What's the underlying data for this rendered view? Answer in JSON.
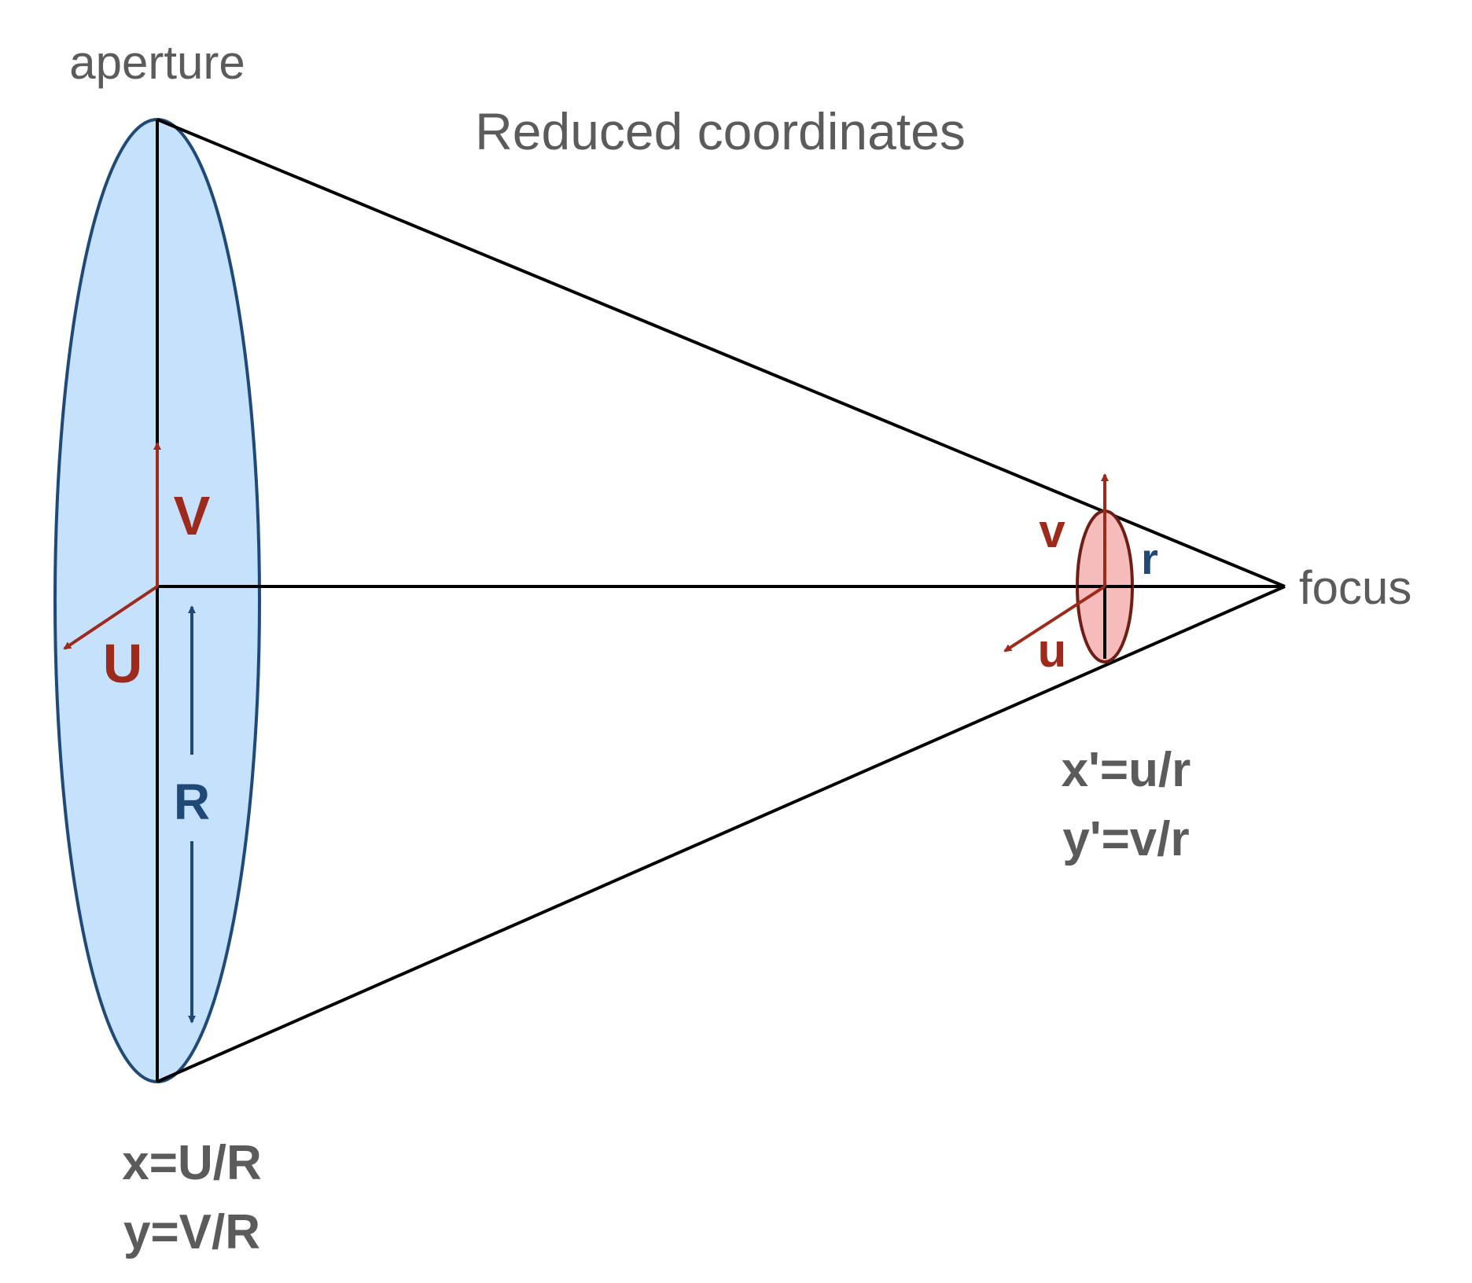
{
  "title": "Reduced coordinates",
  "labels": {
    "aperture": "aperture",
    "focus": "focus"
  },
  "aperture_axes": {
    "U": "U",
    "V": "V",
    "R": "R"
  },
  "focus_axes": {
    "u": "u",
    "v": "v",
    "r": "r"
  },
  "equations": {
    "aperture": [
      "x=U/R",
      "y=V/R"
    ],
    "focus": [
      "x'=u/r",
      "y'=v/r"
    ]
  },
  "colors": {
    "text_gray": "#5b5b5b",
    "axis_red": "#9e2a1c",
    "radius_blue": "#1f4a78",
    "aperture_fill": "#c5e1fb",
    "aperture_stroke": "#1f4a78",
    "focus_fill": "#f6bcbc",
    "focus_stroke": "#6e1e14",
    "line_black": "#000000"
  }
}
